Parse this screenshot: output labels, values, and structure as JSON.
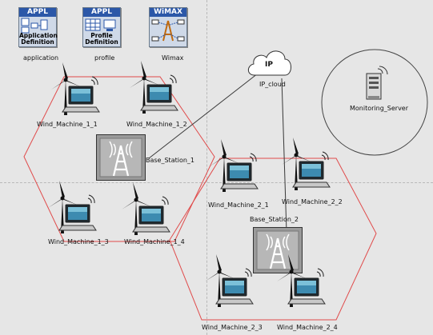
{
  "toolbar_tiles": [
    {
      "header": "APPL",
      "caption": "Application Definition",
      "caption_lines": [
        "Application",
        "Definition"
      ],
      "label": "application",
      "icon": "application-definition-icon"
    },
    {
      "header": "APPL",
      "caption": "Profile Definition",
      "caption_lines": [
        "Profile",
        "Definition"
      ],
      "label": "profile",
      "icon": "profile-definition-icon"
    },
    {
      "header": "WiMAX",
      "caption": "",
      "caption_lines": [],
      "label": "Wimax",
      "icon": "wimax-config-icon"
    }
  ],
  "cloud": {
    "title": "IP",
    "label": "IP_cloud"
  },
  "server": {
    "label": "Monitoring_Server"
  },
  "base_stations": [
    {
      "label": "Base_Station_1"
    },
    {
      "label": "Base_Station_2"
    }
  ],
  "machines": [
    {
      "label": "Wind_Machine_1_1"
    },
    {
      "label": "Wind_Machine_1_2"
    },
    {
      "label": "Wind_Machine_1_3"
    },
    {
      "label": "Wind_Machine_1_4"
    },
    {
      "label": "Wind_Machine_2_1"
    },
    {
      "label": "Wind_Machine_2_2"
    },
    {
      "label": "Wind_Machine_2_3"
    },
    {
      "label": "Wind_Machine_2_4"
    }
  ],
  "colors": {
    "cell_border": "#e04b4b",
    "link": "#3a3a3a",
    "tile_header": "#2b57a8",
    "background": "#e6e6e6"
  }
}
